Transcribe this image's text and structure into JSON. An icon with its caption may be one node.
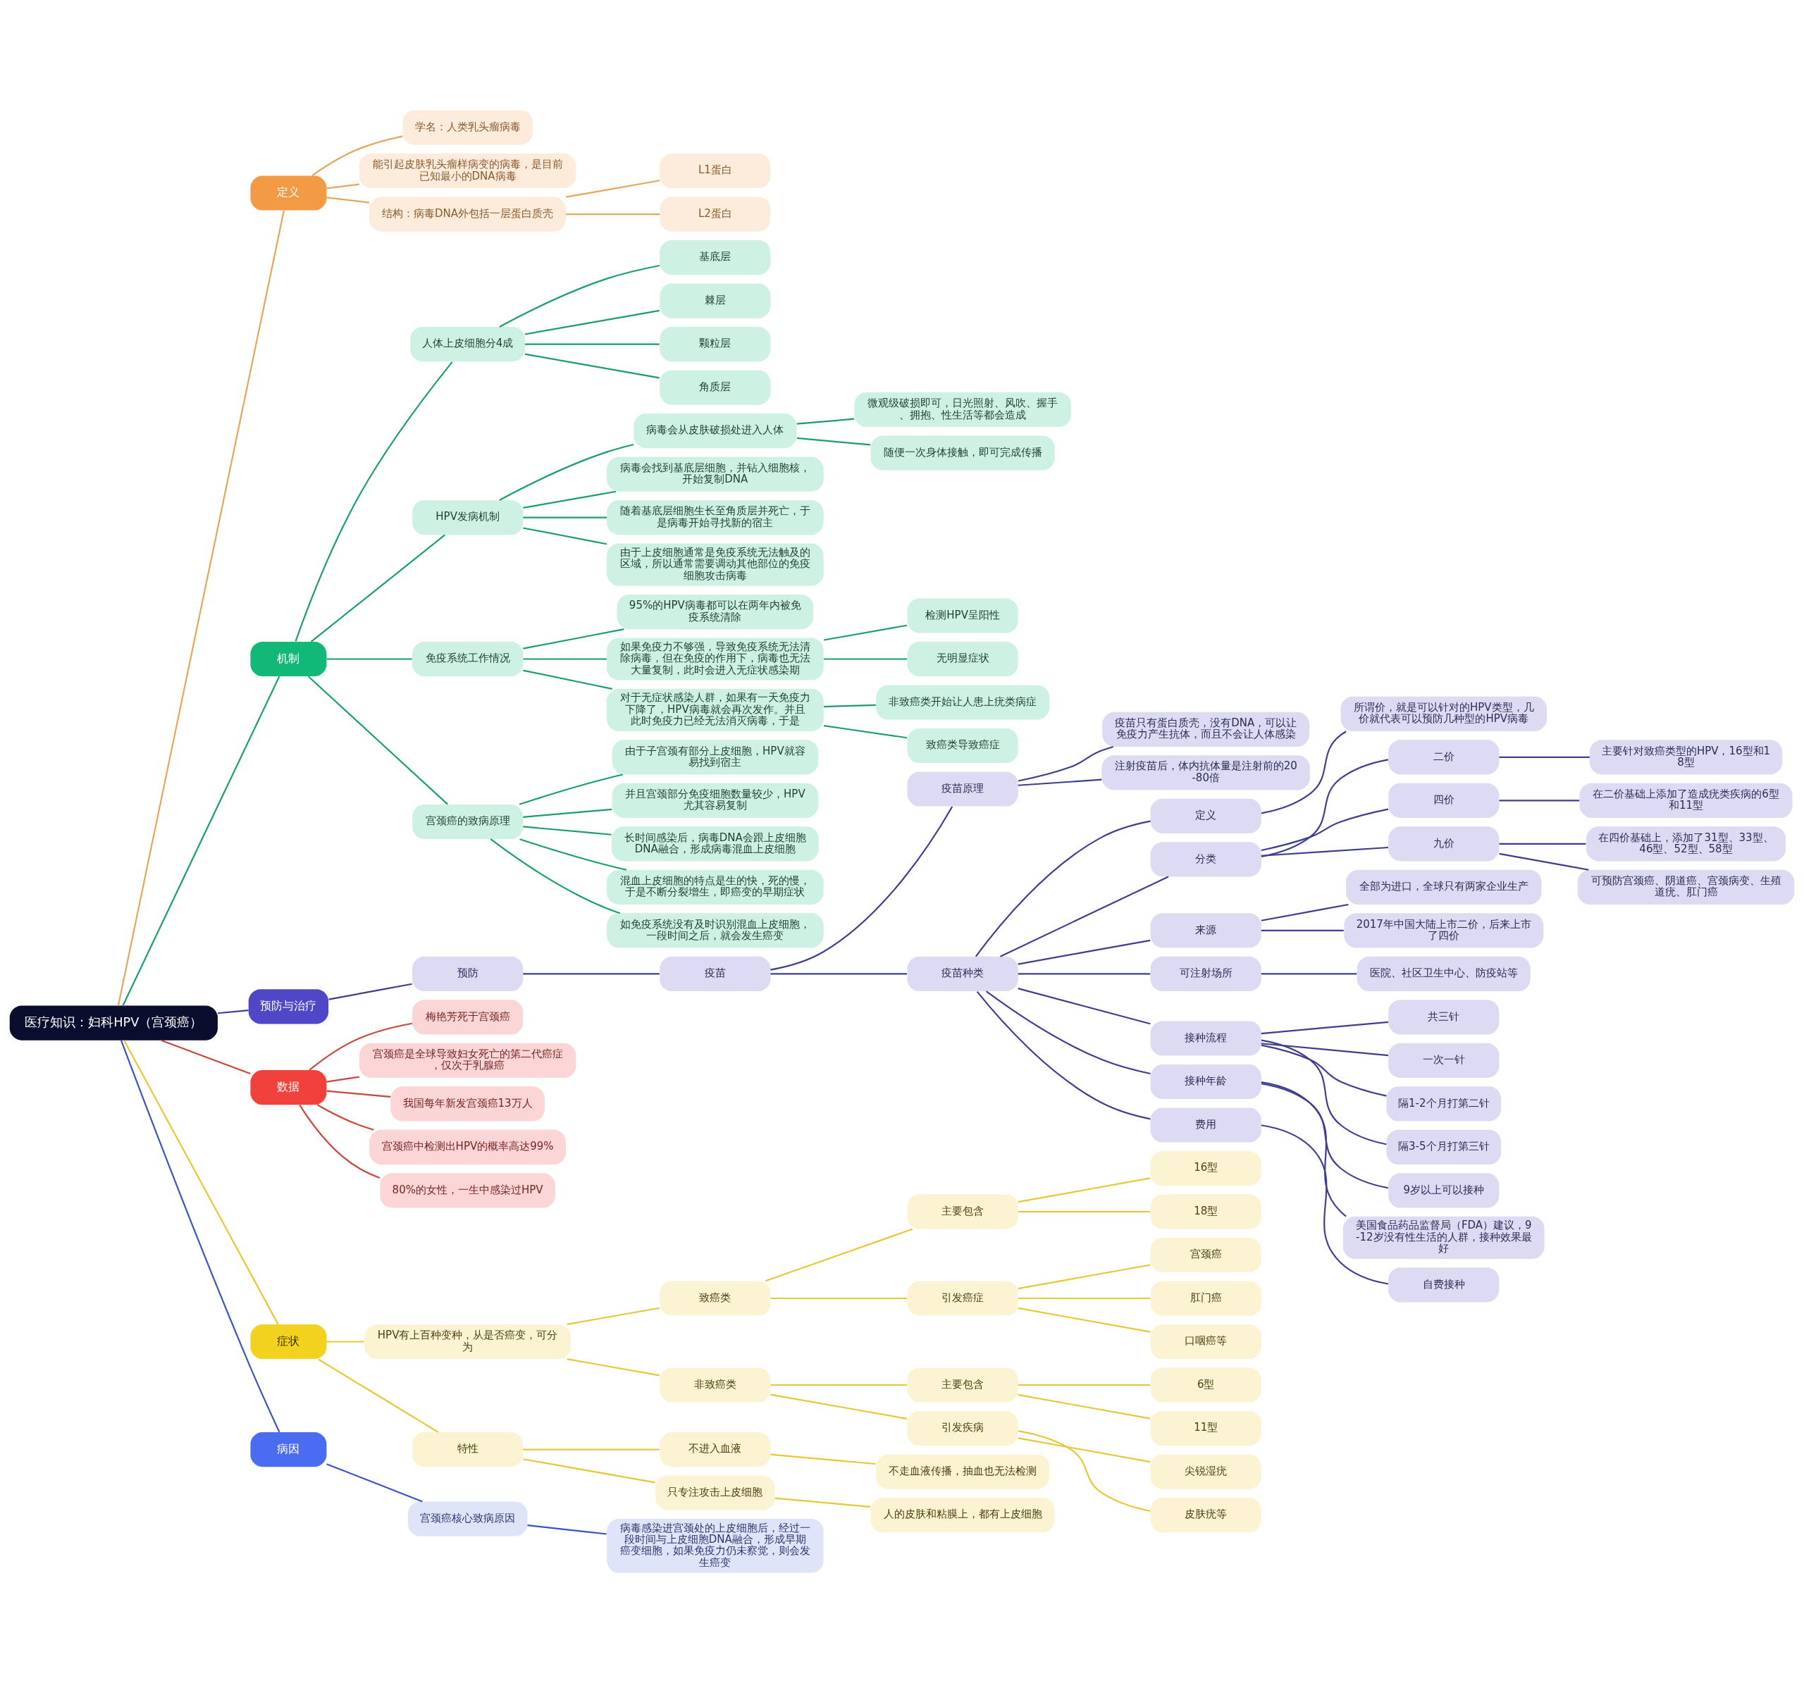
{
  "diagram": {
    "nodes": [
      {
        "text": [
          "医疗知识：妇科HPV（宫颈癌）"
        ]
      },
      {
        "text": [
          "定义"
        ]
      },
      {
        "text": [
          "学名：人类乳头瘤病毒"
        ]
      },
      {
        "text": [
          "能引起皮肤乳头瘤样病变的病毒，是目前已知最小的DNA病毒"
        ]
      },
      {
        "text": [
          "结构：病毒DNA外包括一层蛋白质壳"
        ]
      },
      {
        "text": [
          "L1蛋白"
        ]
      },
      {
        "text": [
          "L2蛋白"
        ]
      },
      {
        "text": [
          "机制"
        ]
      },
      {
        "text": [
          "人体上皮细胞分4成"
        ]
      },
      {
        "text": [
          "基底层"
        ]
      },
      {
        "text": [
          "棘层"
        ]
      },
      {
        "text": [
          "颗粒层"
        ]
      },
      {
        "text": [
          "角质层"
        ]
      },
      {
        "text": [
          "HPV发病机制"
        ]
      },
      {
        "text": [
          "病毒会从皮肤破损处进入人体"
        ]
      },
      {
        "text": [
          "微观级破损即可，日光照射、风吹、握手、拥抱、性生活等都会造成"
        ]
      },
      {
        "text": [
          "随便一次身体接触，即可完成传播"
        ]
      },
      {
        "text": [
          "病毒会找到基底层细胞，并钻入细胞核，开始复制DNA"
        ]
      },
      {
        "text": [
          "随着基底层细胞生长至角质层并死亡，于是病毒开始寻找新的宿主"
        ]
      },
      {
        "text": [
          "由于上皮细胞通常是免疫系统无法触及的区域，所以通常需要调动其他部位的免疫细胞攻击病毒"
        ]
      },
      {
        "text": [
          "免疫系统工作情况"
        ]
      },
      {
        "text": [
          "95%的HPV病毒都可以在两年内被免疫系统清除"
        ]
      },
      {
        "text": [
          "如果免疫力不够强，导致免疫系统无法清除病毒，但在免疫的作用下，病毒也无法大量复制，此时会进入无症状感染期"
        ]
      },
      {
        "text": [
          "检测HPV呈阳性"
        ]
      },
      {
        "text": [
          "无明显症状"
        ]
      },
      {
        "text": [
          "对于无症状感染人群，如果有一天免疫力下降了，HPV病毒就会再次发作。并且此时免疫力已经无法消灭病毒，于是"
        ]
      },
      {
        "text": [
          "非致癌类开始让人患上疣类病症"
        ]
      },
      {
        "text": [
          "致癌类导致癌症"
        ]
      },
      {
        "text": [
          "宫颈癌的致病原理"
        ]
      },
      {
        "text": [
          "由于子宫颈有部分上皮细胞，HPV就容易找到宿主"
        ]
      },
      {
        "text": [
          "并且宫颈部分免疫细胞数量较少，HPV尤其容易复制"
        ]
      },
      {
        "text": [
          "长时间感染后，病毒DNA会跟上皮细胞DNA融合，形成病毒混血上皮细胞"
        ]
      },
      {
        "text": [
          "混血上皮细胞的特点是生的快，死的慢，于是不断分裂增生，即癌变的早期症状"
        ]
      },
      {
        "text": [
          "如免疫系统没有及时识别混血上皮细胞，一段时间之后，就会发生癌变"
        ]
      },
      {
        "text": [
          "预防与治疗"
        ]
      },
      {
        "text": [
          "预防"
        ]
      },
      {
        "text": [
          "疫苗"
        ]
      },
      {
        "text": [
          "疫苗原理"
        ]
      },
      {
        "text": [
          "疫苗只有蛋白质壳，没有DNA，可以让免疫力产生抗体，而且不会让人体感染"
        ]
      },
      {
        "text": [
          "注射疫苗后，体内抗体量是注射前的20-80倍"
        ]
      },
      {
        "text": [
          "疫苗种类"
        ]
      },
      {
        "text": [
          "定义"
        ]
      },
      {
        "text": [
          "所谓价，就是可以针对的HPV类型，几价就代表可以预防几种型的HPV病毒"
        ]
      },
      {
        "text": [
          "分类"
        ]
      },
      {
        "text": [
          "二价"
        ]
      },
      {
        "text": [
          "主要针对致癌类型的HPV，16型和18型"
        ]
      },
      {
        "text": [
          "四价"
        ]
      },
      {
        "text": [
          "在二价基础上添加了造成疣类疾病的6型和11型"
        ]
      },
      {
        "text": [
          "九价"
        ]
      },
      {
        "text": [
          "在四价基础上，添加了31型、33型、46型、52型、58型"
        ]
      },
      {
        "text": [
          "可预防宫颈癌、阴道癌、宫颈病变、生殖道疣、肛门癌"
        ]
      },
      {
        "text": [
          "来源"
        ]
      },
      {
        "text": [
          "全部为进口，全球只有两家企业生产"
        ]
      },
      {
        "text": [
          "2017年中国大陆上市二价，后来上市了四价"
        ]
      },
      {
        "text": [
          "可注射场所"
        ]
      },
      {
        "text": [
          "医院、社区卫生中心、防疫站等"
        ]
      },
      {
        "text": [
          "接种流程"
        ]
      },
      {
        "text": [
          "共三针"
        ]
      },
      {
        "text": [
          "一次一针"
        ]
      },
      {
        "text": [
          "隔1-2个月打第二针"
        ]
      },
      {
        "text": [
          "隔3-5个月打第三针"
        ]
      },
      {
        "text": [
          "接种年龄"
        ]
      },
      {
        "text": [
          "9岁以上可以接种"
        ]
      },
      {
        "text": [
          "美国食品药品监督局（FDA）建议，9-12岁没有性生活的人群，接种效果最好"
        ]
      },
      {
        "text": [
          "费用"
        ]
      },
      {
        "text": [
          "自费接种"
        ]
      },
      {
        "text": [
          "数据"
        ]
      },
      {
        "text": [
          "梅艳芳死于宫颈癌"
        ]
      },
      {
        "text": [
          "宫颈癌是全球导致妇女死亡的第二代癌症，仅次于乳腺癌"
        ]
      },
      {
        "text": [
          "我国每年新发宫颈癌13万人"
        ]
      },
      {
        "text": [
          "宫颈癌中检测出HPV的概率高达99%"
        ]
      },
      {
        "text": [
          "80%的女性，一生中感染过HPV"
        ]
      },
      {
        "text": [
          "症状"
        ]
      },
      {
        "text": [
          "HPV有上百种变种，从是否癌变，可分为"
        ]
      },
      {
        "text": [
          "致癌类"
        ]
      },
      {
        "text": [
          "主要包含"
        ]
      },
      {
        "text": [
          "16型"
        ]
      },
      {
        "text": [
          "18型"
        ]
      },
      {
        "text": [
          "引发癌症"
        ]
      },
      {
        "text": [
          "宫颈癌"
        ]
      },
      {
        "text": [
          "肛门癌"
        ]
      },
      {
        "text": [
          "口咽癌等"
        ]
      },
      {
        "text": [
          "非致癌类"
        ]
      },
      {
        "text": [
          "主要包含"
        ]
      },
      {
        "text": [
          "6型"
        ]
      },
      {
        "text": [
          "11型"
        ]
      },
      {
        "text": [
          "引发疾病"
        ]
      },
      {
        "text": [
          "尖锐湿疣"
        ]
      },
      {
        "text": [
          "皮肤疣等"
        ]
      },
      {
        "text": [
          "特性"
        ]
      },
      {
        "text": [
          "不进入血液"
        ]
      },
      {
        "text": [
          "不走血液传播，抽血也无法检测"
        ]
      },
      {
        "text": [
          "只专注攻击上皮细胞"
        ]
      },
      {
        "text": [
          "人的皮肤和粘膜上，都有上皮细胞"
        ]
      },
      {
        "text": [
          "病因"
        ]
      },
      {
        "text": [
          "宫颈癌核心致病原因"
        ]
      },
      {
        "text": [
          "病毒感染进宫颈处的上皮细胞后，经过一段时间与上皮细胞DNA融合，形成早期癌变细胞，如果免疫力仍未察觉，则会发生癌变"
        ]
      }
    ],
    "edges": [
      {
        "from": 0,
        "to": 1,
        "arrow": "none",
        "color": "#e8a55a"
      },
      {
        "from": 1,
        "to": 2,
        "arrow": "none",
        "color": "#e8a55a"
      },
      {
        "from": 1,
        "to": 3,
        "arrow": "none",
        "color": "#e8a55a"
      },
      {
        "from": 1,
        "to": 4,
        "arrow": "none",
        "color": "#e8a55a"
      },
      {
        "from": 4,
        "to": 5,
        "arrow": "none",
        "color": "#e8a55a"
      },
      {
        "from": 4,
        "to": 6,
        "arrow": "none",
        "color": "#e8a55a"
      },
      {
        "from": 0,
        "to": 7,
        "arrow": "none",
        "color": "#1a9e6e"
      },
      {
        "from": 7,
        "to": 8,
        "arrow": "none",
        "color": "#1a9e6e"
      },
      {
        "from": 8,
        "to": 9,
        "arrow": "none",
        "color": "#1a9e6e"
      },
      {
        "from": 8,
        "to": 10,
        "arrow": "none",
        "color": "#1a9e6e"
      },
      {
        "from": 8,
        "to": 11,
        "arrow": "none",
        "color": "#1a9e6e"
      },
      {
        "from": 8,
        "to": 12,
        "arrow": "none",
        "color": "#1a9e6e"
      },
      {
        "from": 7,
        "to": 13,
        "arrow": "none",
        "color": "#1a9e6e"
      },
      {
        "from": 13,
        "to": 14,
        "arrow": "none",
        "color": "#1a9e6e"
      },
      {
        "from": 14,
        "to": 15,
        "arrow": "none",
        "color": "#1a9e6e"
      },
      {
        "from": 14,
        "to": 16,
        "arrow": "none",
        "color": "#1a9e6e"
      },
      {
        "from": 13,
        "to": 17,
        "arrow": "none",
        "color": "#1a9e6e"
      },
      {
        "from": 13,
        "to": 18,
        "arrow": "none",
        "color": "#1a9e6e"
      },
      {
        "from": 13,
        "to": 19,
        "arrow": "none",
        "color": "#1a9e6e"
      },
      {
        "from": 7,
        "to": 20,
        "arrow": "none",
        "color": "#1a9e6e"
      },
      {
        "from": 20,
        "to": 21,
        "arrow": "none",
        "color": "#1a9e6e"
      },
      {
        "from": 20,
        "to": 22,
        "arrow": "none",
        "color": "#1a9e6e"
      },
      {
        "from": 22,
        "to": 23,
        "arrow": "none",
        "color": "#1a9e6e"
      },
      {
        "from": 22,
        "to": 24,
        "arrow": "none",
        "color": "#1a9e6e"
      },
      {
        "from": 20,
        "to": 25,
        "arrow": "none",
        "color": "#1a9e6e"
      },
      {
        "from": 25,
        "to": 26,
        "arrow": "none",
        "color": "#1a9e6e"
      },
      {
        "from": 25,
        "to": 27,
        "arrow": "none",
        "color": "#1a9e6e"
      },
      {
        "from": 7,
        "to": 28,
        "arrow": "none",
        "color": "#1a9e6e"
      },
      {
        "from": 28,
        "to": 29,
        "arrow": "none",
        "color": "#1a9e6e"
      },
      {
        "from": 28,
        "to": 30,
        "arrow": "none",
        "color": "#1a9e6e"
      },
      {
        "from": 28,
        "to": 31,
        "arrow": "none",
        "color": "#1a9e6e"
      },
      {
        "from": 28,
        "to": 32,
        "arrow": "none",
        "color": "#1a9e6e"
      },
      {
        "from": 28,
        "to": 33,
        "arrow": "none",
        "color": "#1a9e6e"
      },
      {
        "from": 0,
        "to": 34,
        "arrow": "none"
      },
      {
        "from": 34,
        "to": 35,
        "arrow": "none"
      },
      {
        "from": 35,
        "to": 36,
        "arrow": "none"
      },
      {
        "from": 36,
        "to": 37,
        "arrow": "none"
      },
      {
        "from": 37,
        "to": 38,
        "arrow": "none"
      },
      {
        "from": 37,
        "to": 39,
        "arrow": "none"
      },
      {
        "from": 36,
        "to": 40,
        "arrow": "none"
      },
      {
        "from": 40,
        "to": 41,
        "arrow": "none"
      },
      {
        "from": 41,
        "to": 42,
        "arrow": "none"
      },
      {
        "from": 40,
        "to": 43,
        "arrow": "none"
      },
      {
        "from": 43,
        "to": 44,
        "arrow": "none"
      },
      {
        "from": 44,
        "to": 45,
        "arrow": "none"
      },
      {
        "from": 43,
        "to": 46,
        "arrow": "none"
      },
      {
        "from": 46,
        "to": 47,
        "arrow": "none"
      },
      {
        "from": 43,
        "to": 48,
        "arrow": "none"
      },
      {
        "from": 48,
        "to": 49,
        "arrow": "none"
      },
      {
        "from": 48,
        "to": 50,
        "arrow": "none"
      },
      {
        "from": 40,
        "to": 51,
        "arrow": "none"
      },
      {
        "from": 51,
        "to": 52,
        "arrow": "none"
      },
      {
        "from": 51,
        "to": 53,
        "arrow": "none"
      },
      {
        "from": 40,
        "to": 54,
        "arrow": "none"
      },
      {
        "from": 54,
        "to": 55,
        "arrow": "none"
      },
      {
        "from": 40,
        "to": 56,
        "arrow": "none"
      },
      {
        "from": 56,
        "to": 57,
        "arrow": "none"
      },
      {
        "from": 56,
        "to": 58,
        "arrow": "none"
      },
      {
        "from": 56,
        "to": 59,
        "arrow": "none"
      },
      {
        "from": 56,
        "to": 60,
        "arrow": "none"
      },
      {
        "from": 40,
        "to": 61,
        "arrow": "none"
      },
      {
        "from": 61,
        "to": 62,
        "arrow": "none"
      },
      {
        "from": 61,
        "to": 63,
        "arrow": "none"
      },
      {
        "from": 40,
        "to": 64,
        "arrow": "none"
      },
      {
        "from": 64,
        "to": 65,
        "arrow": "none"
      },
      {
        "from": 0,
        "to": 66,
        "arrow": "none",
        "color": "#c8463c"
      },
      {
        "from": 66,
        "to": 67,
        "arrow": "none",
        "color": "#c8463c"
      },
      {
        "from": 66,
        "to": 68,
        "arrow": "none",
        "color": "#c8463c"
      },
      {
        "from": 66,
        "to": 69,
        "arrow": "none",
        "color": "#c8463c"
      },
      {
        "from": 66,
        "to": 70,
        "arrow": "none",
        "color": "#c8463c"
      },
      {
        "from": 66,
        "to": 71,
        "arrow": "none",
        "color": "#c8463c"
      },
      {
        "from": 0,
        "to": 72,
        "arrow": "none",
        "color": "#e6c832"
      },
      {
        "from": 72,
        "to": 73,
        "arrow": "none",
        "color": "#e6c832"
      },
      {
        "from": 73,
        "to": 74,
        "arrow": "none",
        "color": "#e6c832"
      },
      {
        "from": 74,
        "to": 75,
        "arrow": "none",
        "color": "#e6c832"
      },
      {
        "from": 75,
        "to": 76,
        "arrow": "none",
        "color": "#e6c832"
      },
      {
        "from": 75,
        "to": 77,
        "arrow": "none",
        "color": "#e6c832"
      },
      {
        "from": 74,
        "to": 78,
        "arrow": "none",
        "color": "#e6c832"
      },
      {
        "from": 78,
        "to": 79,
        "arrow": "none",
        "color": "#e6c832"
      },
      {
        "from": 78,
        "to": 80,
        "arrow": "none",
        "color": "#e6c832"
      },
      {
        "from": 78,
        "to": 81,
        "arrow": "none",
        "color": "#e6c832"
      },
      {
        "from": 73,
        "to": 82,
        "arrow": "none",
        "color": "#e6c832"
      },
      {
        "from": 82,
        "to": 83,
        "arrow": "none",
        "color": "#e6c832"
      },
      {
        "from": 83,
        "to": 84,
        "arrow": "none",
        "color": "#e6c832"
      },
      {
        "from": 83,
        "to": 85,
        "arrow": "none",
        "color": "#e6c832"
      },
      {
        "from": 82,
        "to": 86,
        "arrow": "none",
        "color": "#e6c832"
      },
      {
        "from": 86,
        "to": 87,
        "arrow": "none",
        "color": "#e6c832"
      },
      {
        "from": 86,
        "to": 88,
        "arrow": "none",
        "color": "#e6c832"
      },
      {
        "from": 72,
        "to": 89,
        "arrow": "none",
        "color": "#e6c832"
      },
      {
        "from": 89,
        "to": 90,
        "arrow": "none",
        "color": "#e6c832"
      },
      {
        "from": 90,
        "to": 91,
        "arrow": "none",
        "color": "#e6c832"
      },
      {
        "from": 89,
        "to": 92,
        "arrow": "none",
        "color": "#e6c832"
      },
      {
        "from": 92,
        "to": 93,
        "arrow": "none",
        "color": "#e6c832"
      },
      {
        "from": 0,
        "to": 94,
        "arrow": "none",
        "color": "#3b52c4"
      },
      {
        "from": 94,
        "to": 95,
        "arrow": "none",
        "color": "#3b52c4"
      },
      {
        "from": 95,
        "to": 96,
        "arrow": "none",
        "color": "#3b52c4"
      }
    ]
  }
}
